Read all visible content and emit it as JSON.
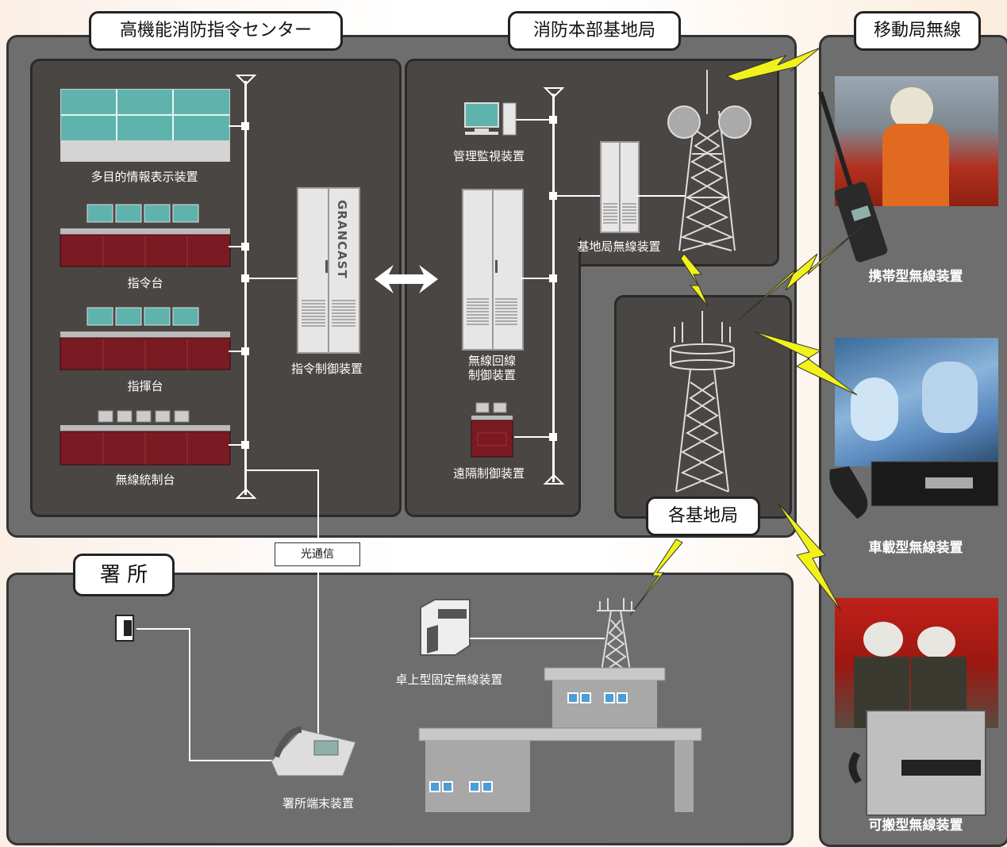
{
  "sections": {
    "center": "高機能消防指令センター",
    "hq": "消防本部基地局",
    "mobile": "移動局無線",
    "branch": "署 所",
    "stations": "各基地局"
  },
  "devices": {
    "display": "多目的情報表示装置",
    "command_desk": "指令台",
    "direct_desk": "指揮台",
    "radio_desk": "無線統制台",
    "controller": "指令制御装置",
    "controller_brand": "GRANCAST",
    "monitor": "管理監視装置",
    "base_radio": "基地局無線装置",
    "line_ctrl": "無線回線\n制御装置",
    "remote": "遠隔制御装置",
    "desktop_radio": "卓上型固定無線装置",
    "terminal": "署所端末装置"
  },
  "mobile_units": {
    "portable": "携帯型無線装置",
    "vehicle": "車載型無線装置",
    "transportable": "可搬型無線装置"
  },
  "link": "光通信",
  "colors": {
    "panel": "#6e6e6e",
    "inner": "#4a4644",
    "desk": "#7a1a22",
    "screen": "#5fb3ad",
    "bolt": "#f2f21a"
  }
}
